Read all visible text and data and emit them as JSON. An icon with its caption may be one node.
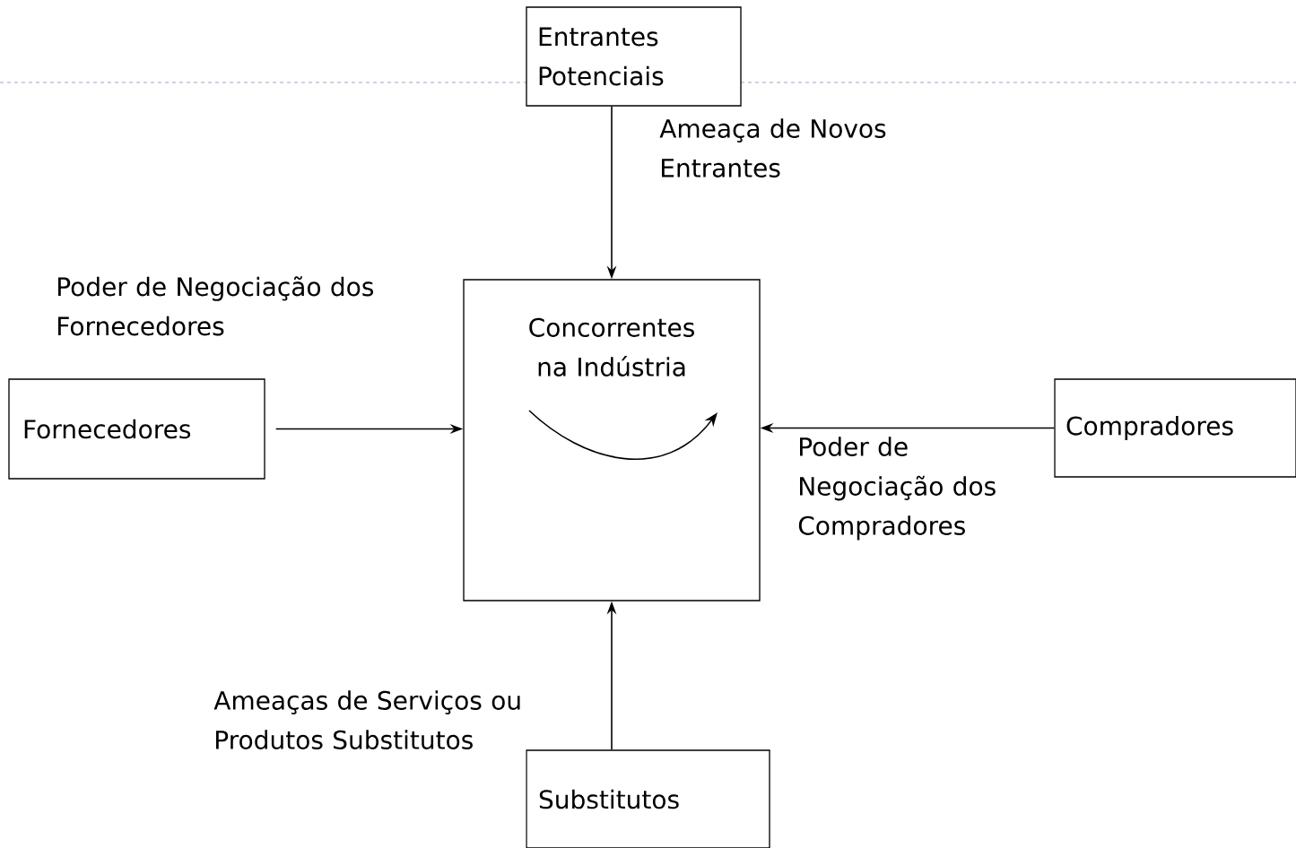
{
  "diagram": {
    "nodes": [
      {
        "text": [
          "Entrantes Potenciais"
        ]
      },
      {
        "text": [
          "Fornecedores"
        ]
      },
      {
        "text": [
          "Concorrentes na Indústria"
        ]
      },
      {
        "text": [
          "Compradores"
        ]
      },
      {
        "text": [
          "Substitutos"
        ]
      }
    ],
    "edges": [
      {
        "from": 0,
        "to": 2,
        "arrow": "to",
        "label": "Ameaça de Novos Entrantes"
      },
      {
        "from": 1,
        "to": 2,
        "arrow": "to",
        "label": "Poder de Negociação dos Fornecedores"
      },
      {
        "from": 3,
        "to": 2,
        "arrow": "to",
        "label": "Poder de Negociação dos Compradores"
      },
      {
        "from": 4,
        "to": 2,
        "arrow": "to",
        "label": "Ameaças de Serviços ou Produtos Substitutos"
      }
    ]
  }
}
